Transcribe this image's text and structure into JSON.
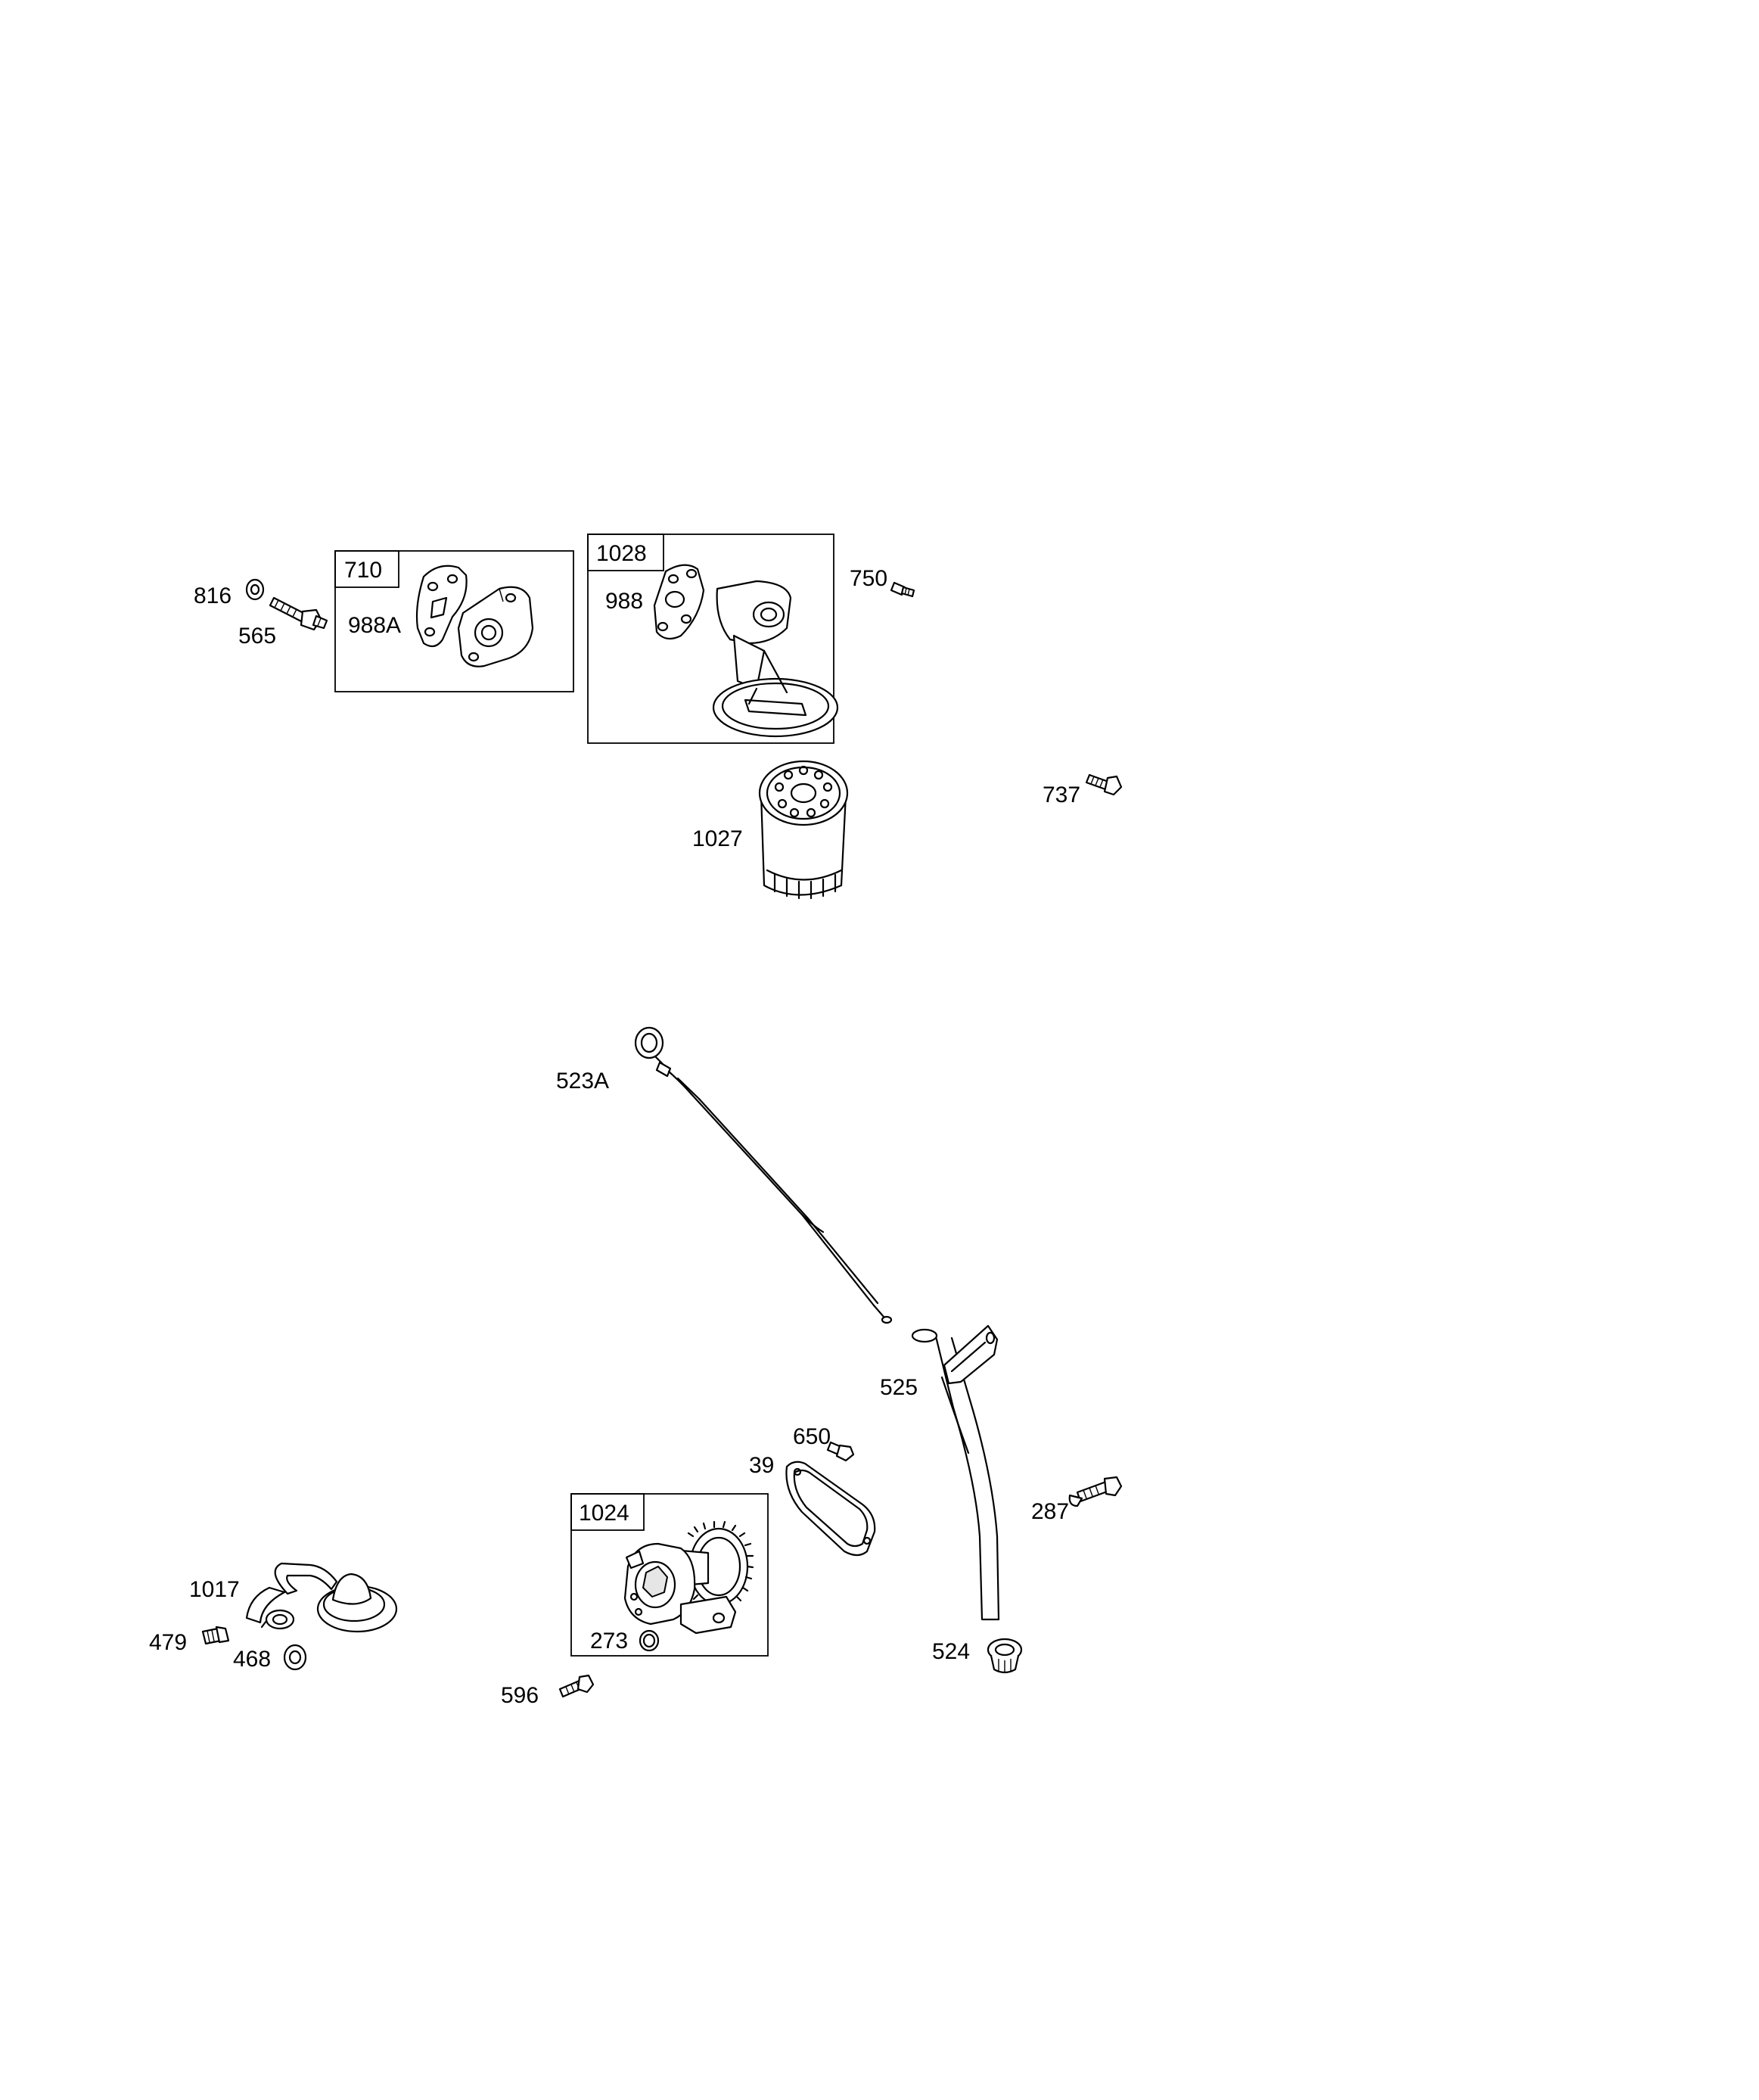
{
  "callouts": {
    "c816": "816",
    "c565": "565",
    "c710": "710",
    "c988A": "988A",
    "c1028": "1028",
    "c988": "988",
    "c750": "750",
    "c737": "737",
    "c1027": "1027",
    "c523A": "523A",
    "c525": "525",
    "c650": "650",
    "c39": "39",
    "c287": "287",
    "c1024": "1024",
    "c273": "273",
    "c524": "524",
    "c1017": "1017",
    "c479": "479",
    "c468": "468",
    "c596": "596"
  },
  "icons": {
    "washer": "washer-icon",
    "bolt": "bolt-icon",
    "gasket": "gasket-icon",
    "oil_filter": "oil-filter-icon",
    "dipstick": "dipstick-icon",
    "oil_pump": "oil-pump-icon",
    "pickup_screen": "oil-pickup-screen-icon"
  },
  "colors": {
    "line": "#000000",
    "background": "#ffffff",
    "shade": "#e6e6e6"
  }
}
